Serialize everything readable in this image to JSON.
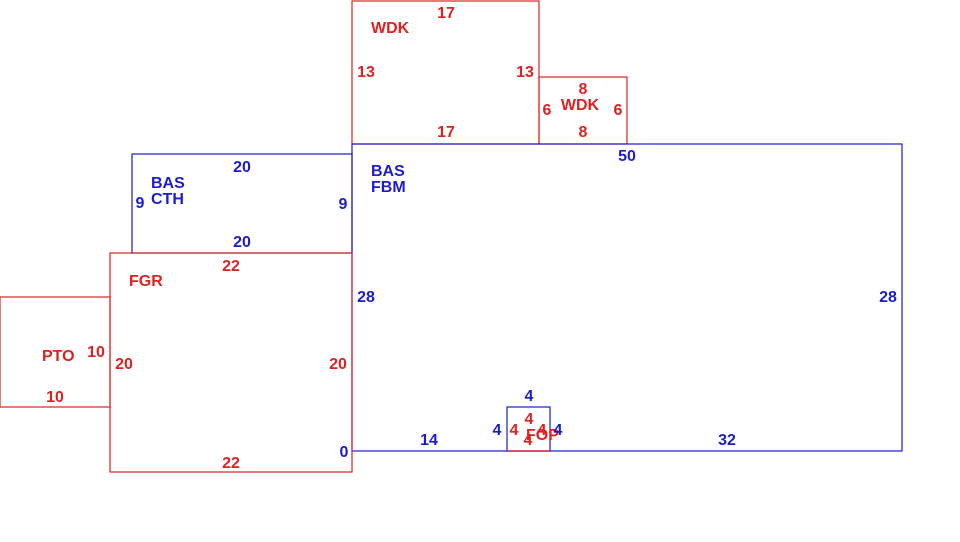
{
  "colors": {
    "blue": "#1c1ccc",
    "red": "#dd2222"
  },
  "areas": {
    "wdk_top": {
      "label": "WDK",
      "top": "17",
      "left": "13",
      "right": "13",
      "bottom": "17"
    },
    "wdk_small": {
      "label": "WDK",
      "top": "8",
      "left": "6",
      "right": "6",
      "bottom": "8"
    },
    "bas_cth": {
      "label1": "BAS",
      "label2": "CTH",
      "top": "20",
      "left": "9",
      "right": "9",
      "bottom": "20"
    },
    "bas_fbm": {
      "label1": "BAS",
      "label2": "FBM",
      "top": "50",
      "left": "28",
      "right": "28",
      "bottom_left": "14",
      "bottom_right": "32",
      "corner": "0"
    },
    "fgr": {
      "label": "FGR",
      "top": "22",
      "left": "20",
      "right": "20",
      "bottom": "22"
    },
    "pto": {
      "label": "PTO",
      "right": "10",
      "bottom": "10"
    },
    "fop": {
      "label": "FOP",
      "blue_top": "4",
      "blue_left": "4",
      "blue_right": "4",
      "red_top": "4",
      "red_left": "4",
      "red_right": "4",
      "red_bottom": "4"
    }
  }
}
